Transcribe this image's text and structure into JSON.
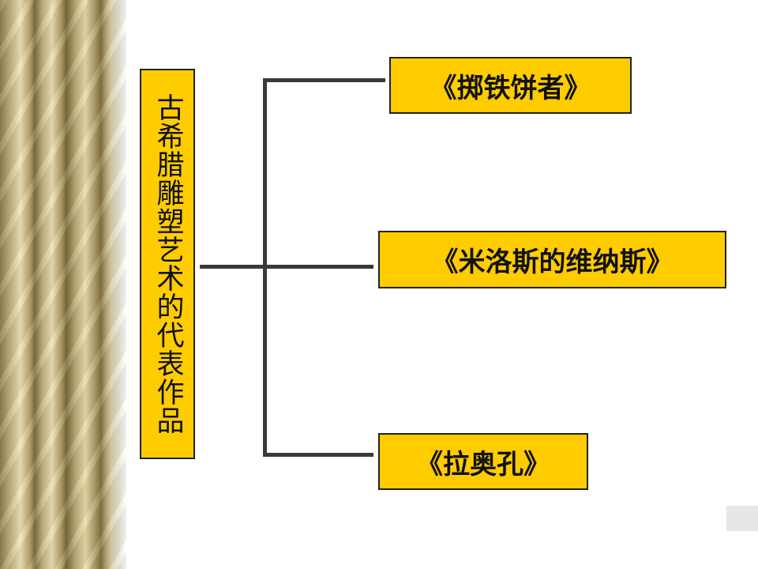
{
  "diagram": {
    "root": {
      "label": "古希腊雕塑艺术的代表作品"
    },
    "children": [
      {
        "label": "《掷铁饼者》"
      },
      {
        "label": "《米洛斯的维纳斯》"
      },
      {
        "label": "《拉奥孔》"
      }
    ]
  },
  "colors": {
    "box_fill": "#ffcc00",
    "box_border": "#222222",
    "connector": "#3a3a3a"
  }
}
